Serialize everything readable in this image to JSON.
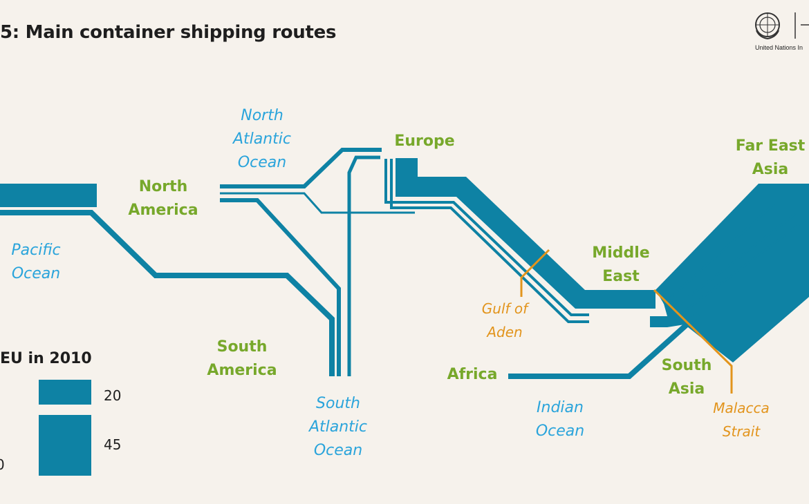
{
  "title": "5: Main container shipping routes",
  "logo_caption": "United Nations In",
  "colors": {
    "route": "#0e82a4",
    "region_label": "#77a82b",
    "ocean_label": "#2aa4db",
    "strait_label": "#e2941c",
    "background": "#f6f2ec"
  },
  "regions": {
    "europe": "Europe",
    "north_america_1": "North",
    "north_america_2": "America",
    "south_america_1": "South",
    "south_america_2": "America",
    "middle_east_1": "Middle",
    "middle_east_2": "East",
    "far_east_1": "Far East",
    "far_east_2": "Asia",
    "south_asia_1": "South",
    "south_asia_2": "Asia",
    "africa": "Africa"
  },
  "oceans": {
    "north_atlantic_1": "North",
    "north_atlantic_2": "Atlantic",
    "north_atlantic_3": "Ocean",
    "pacific_1": "Pacific",
    "pacific_2": "Ocean",
    "south_atlantic_1": "South",
    "south_atlantic_2": "Atlantic",
    "south_atlantic_3": "Ocean",
    "indian_1": "Indian",
    "indian_2": "Ocean"
  },
  "straits": {
    "aden_1": "Gulf of",
    "aden_2": "Aden",
    "malacca_1": "Malacca",
    "malacca_2": "Strait"
  },
  "legend": {
    "title": "EU in 2010",
    "values": [
      "20",
      "45"
    ],
    "partial_value": "0"
  }
}
